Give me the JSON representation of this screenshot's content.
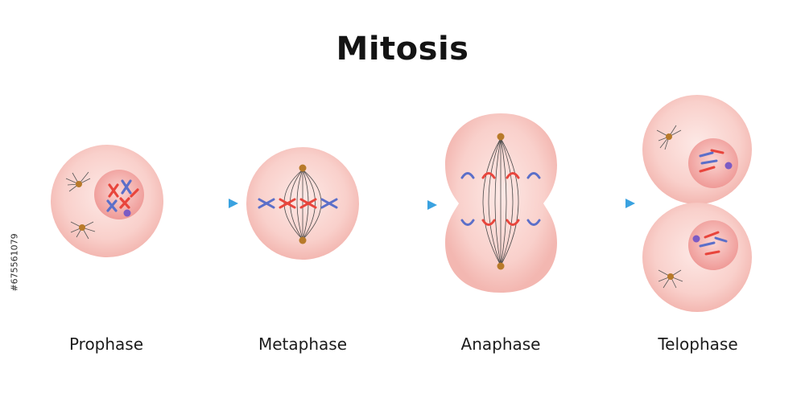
{
  "title": "Mitosis",
  "phases": [
    {
      "label": "Prophase"
    },
    {
      "label": "Metaphase"
    },
    {
      "label": "Anaphase"
    },
    {
      "label": "Telophase"
    }
  ],
  "stock_id": "#675561079",
  "colors": {
    "cell_fill": "#f7c7c2",
    "cell_center": "#fde9e6",
    "nucleus": "#f29f9c",
    "chromosome_red": "#e8453c",
    "chromosome_blue": "#5b6fc9",
    "centrosome": "#b87a2a",
    "arrow": "#3aa2e0",
    "spindle": "#4a4a4a"
  }
}
